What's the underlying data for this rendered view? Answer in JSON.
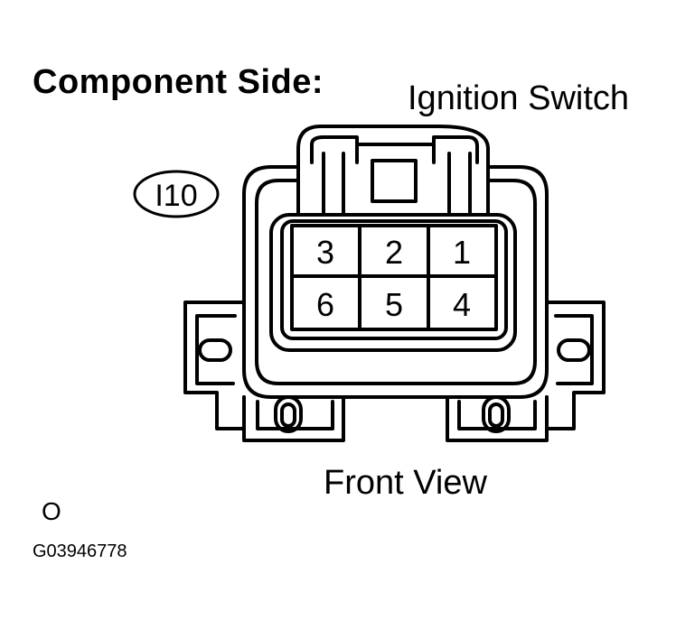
{
  "heading": "Component Side:",
  "component_name": "Ignition Switch",
  "connector_code": "I10",
  "view_label": "Front View",
  "small_mark": "O",
  "figure_id": "G03946778",
  "pins": {
    "p1": "1",
    "p2": "2",
    "p3": "3",
    "p4": "4",
    "p5": "5",
    "p6": "6"
  }
}
